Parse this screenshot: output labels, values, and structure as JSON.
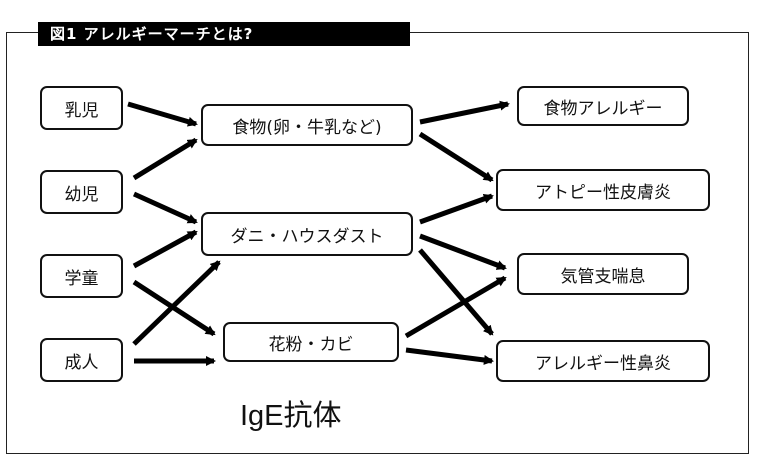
{
  "title": "図1 アレルギーマーチとは?",
  "ages": {
    "infant": "乳児",
    "toddler": "幼児",
    "child": "学童",
    "adult": "成人"
  },
  "allergens": {
    "food": "食物(卵・牛乳など)",
    "mites": "ダニ・ハウスダスト",
    "pollen": "花粉・カビ"
  },
  "diseases": {
    "food_allergy": "食物アレルギー",
    "atopic_dermatitis": "アトピー性皮膚炎",
    "asthma": "気管支喘息",
    "allergic_rhinitis": "アレルギー性鼻炎"
  },
  "antibody_label": "IgE抗体"
}
